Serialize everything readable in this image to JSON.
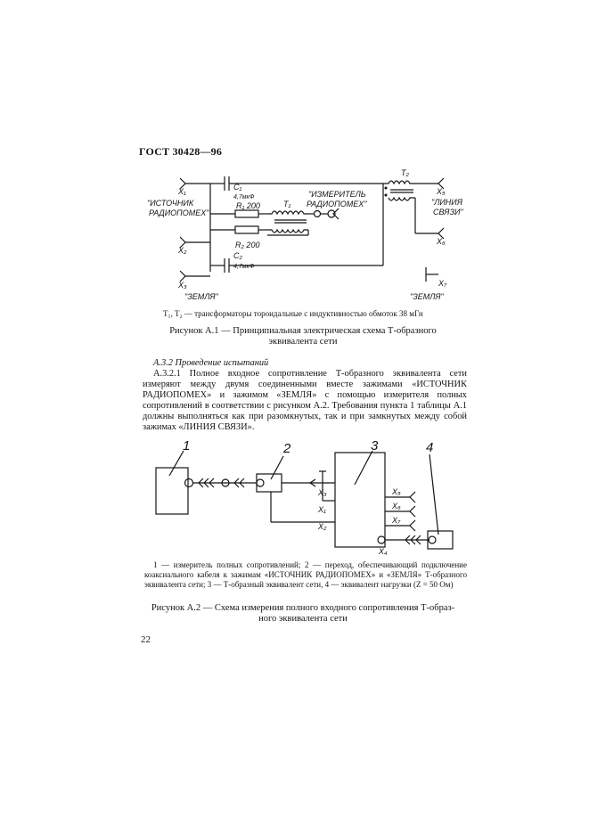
{
  "header": {
    "doc_id": "ГОСТ 30428—96"
  },
  "figure_a1": {
    "labels": {
      "x1": "X₁",
      "x2": "X₂",
      "x3": "X₃",
      "x5": "X₅",
      "x6": "X₆",
      "x7": "X₇",
      "c1": "C₁",
      "c1_val": "4,7мкФ",
      "r1": "R₁ 200",
      "r2": "R₂ 200",
      "c2": "C₂",
      "c2_val": "4,7мкФ",
      "t1": "T₁",
      "t2": "T₂",
      "source_1": "\"ИСТОЧНИК",
      "source_2": "РАДИОПОМЕХ\"",
      "meter_1": "\"ИЗМЕРИТЕЛЬ",
      "meter_2": "РАДИОПОМЕХ\"",
      "line_1": "\"ЛИНИЯ",
      "line_2": "СВЯЗИ\"",
      "ground_left": "\"ЗЕМЛЯ\"",
      "ground_right": "\"ЗЕМЛЯ\""
    },
    "note": "T₁, T₂ — трансформаторы тороидальные с индуктивностью обмоток 38 мГн",
    "caption_1": "Рисунок А.1 — Принципиальная электрическая схема Т-образного",
    "caption_2": "эквивалента сети"
  },
  "section": {
    "title": "А.3.2 Проведение испытаний",
    "paragraph": "А.3.2.1 Полное входное сопротивление Т-образного эквивалента сети измеряют между двумя соединенными вместе зажимами «ИСТОЧНИК РАДИОПОМЕХ» и зажимом «ЗЕМЛЯ» с помощью измерителя полных сопротивлений в соответствии с рисунком А.2. Требования пункта 1 таблицы А.1 должны выполняться как при разомкнутых, так и при замкнутых между собой зажимах «ЛИНИЯ СВЯЗИ»."
  },
  "figure_a2": {
    "labels": {
      "n1": "1",
      "n2": "2",
      "n3": "3",
      "n4": "4",
      "x1": "X₁",
      "x2": "X₂",
      "x3": "X₃",
      "x4": "X₄",
      "x5": "X₅",
      "x6": "X₆",
      "x7": "X₇"
    },
    "note": "1 — измеритель полных сопротивлений; 2 — переход, обеспечивающий подключение коаксиального кабеля к зажимам «ИСТОЧНИК РАДИОПОМЕХ» и «ЗЕМЛЯ» Т-образного эквивалента сети; 3 — Т-образный эквивалент сети, 4 — эквивалент нагрузки (Z = 50 Ом)",
    "caption_1": "Рисунок А.2 — Схема измерения полного входного сопротивления Т-образ-",
    "caption_2": "ного эквивалента сети"
  },
  "page_number": "22"
}
